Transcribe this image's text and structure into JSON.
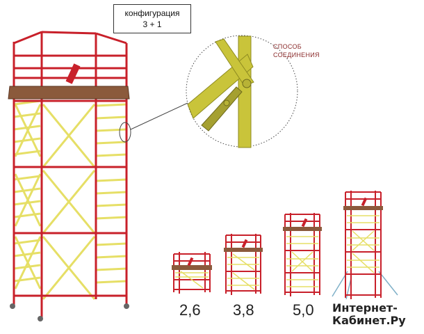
{
  "config_label": {
    "line1": "конфигурация",
    "line2": "3 + 1"
  },
  "detail_label": {
    "line1": "СПОСОБ",
    "line2": "СОЕДИНЕНИЯ"
  },
  "heights": [
    "2,6",
    "3,8",
    "5,0"
  ],
  "watermark": {
    "line1": "Интернет-",
    "line2": "Кабинет.Ру"
  },
  "colors": {
    "frame_red": "#c8202a",
    "rung_yellow": "#e8e26a",
    "platform_brown": "#8b5a3c",
    "detail_yellow": "#c9c43a"
  }
}
